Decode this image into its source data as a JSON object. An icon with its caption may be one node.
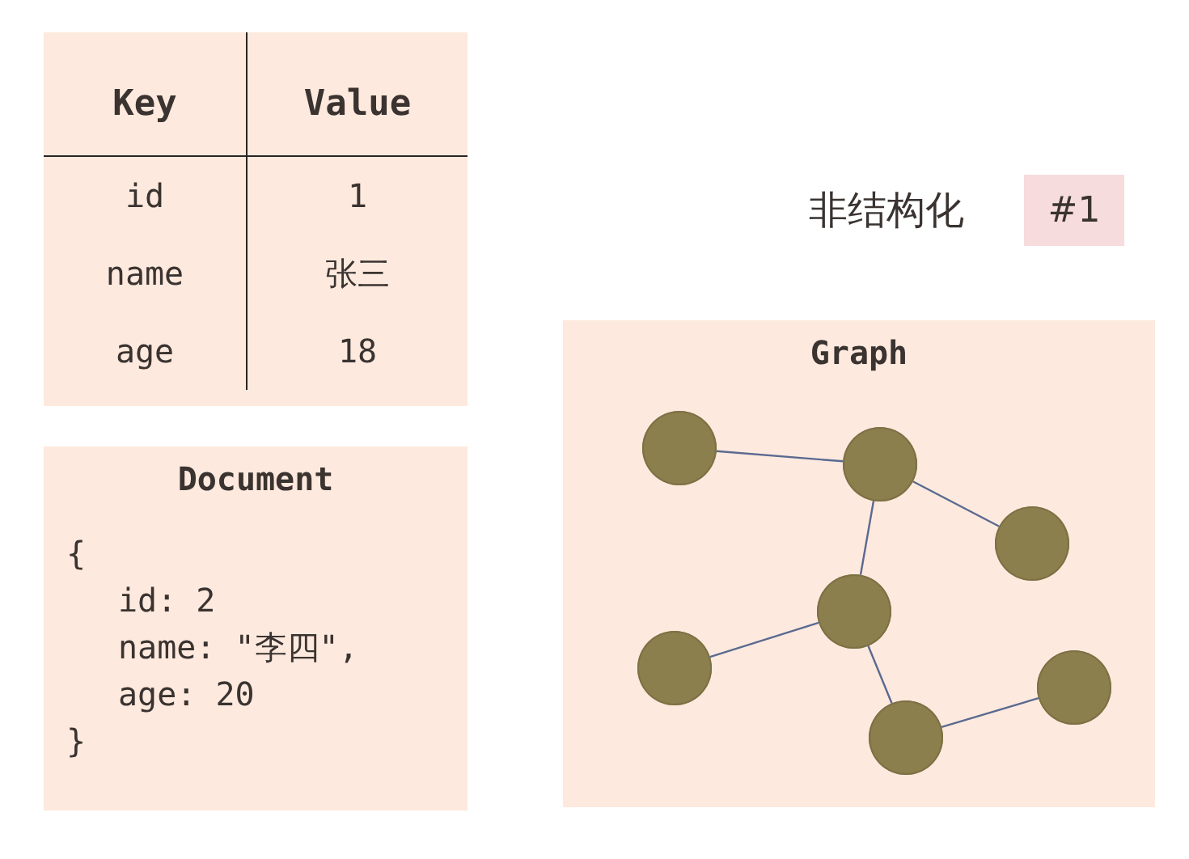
{
  "diagram": {
    "nodes": [
      {
        "text": [
          "Document",
          "{",
          "id: 2",
          "name: \"李四\",",
          "age: 20",
          "}"
        ]
      },
      {
        "text": [
          "Graph"
        ]
      },
      {
        "text": [],
        "shape": "circle",
        "in": 1
      },
      {
        "text": [],
        "shape": "circle",
        "in": 1
      },
      {
        "text": [],
        "shape": "circle",
        "in": 1
      },
      {
        "text": [],
        "shape": "circle",
        "in": 1
      },
      {
        "text": [],
        "shape": "circle",
        "in": 1
      },
      {
        "text": [],
        "shape": "circle",
        "in": 1
      },
      {
        "text": [],
        "shape": "circle",
        "in": 1
      }
    ],
    "edges": [
      {
        "from": 2,
        "to": 3,
        "arrow": "none"
      },
      {
        "from": 3,
        "to": 4,
        "arrow": "none"
      },
      {
        "from": 3,
        "to": 5,
        "arrow": "none"
      },
      {
        "from": 5,
        "to": 6,
        "arrow": "none"
      },
      {
        "from": 5,
        "to": 8,
        "arrow": "none"
      },
      {
        "from": 8,
        "to": 7,
        "arrow": "none"
      }
    ],
    "labels": [
      "Key",
      "Value",
      "id",
      "1",
      "name",
      "张三",
      "age",
      "18",
      "非结构化",
      "#1"
    ]
  }
}
